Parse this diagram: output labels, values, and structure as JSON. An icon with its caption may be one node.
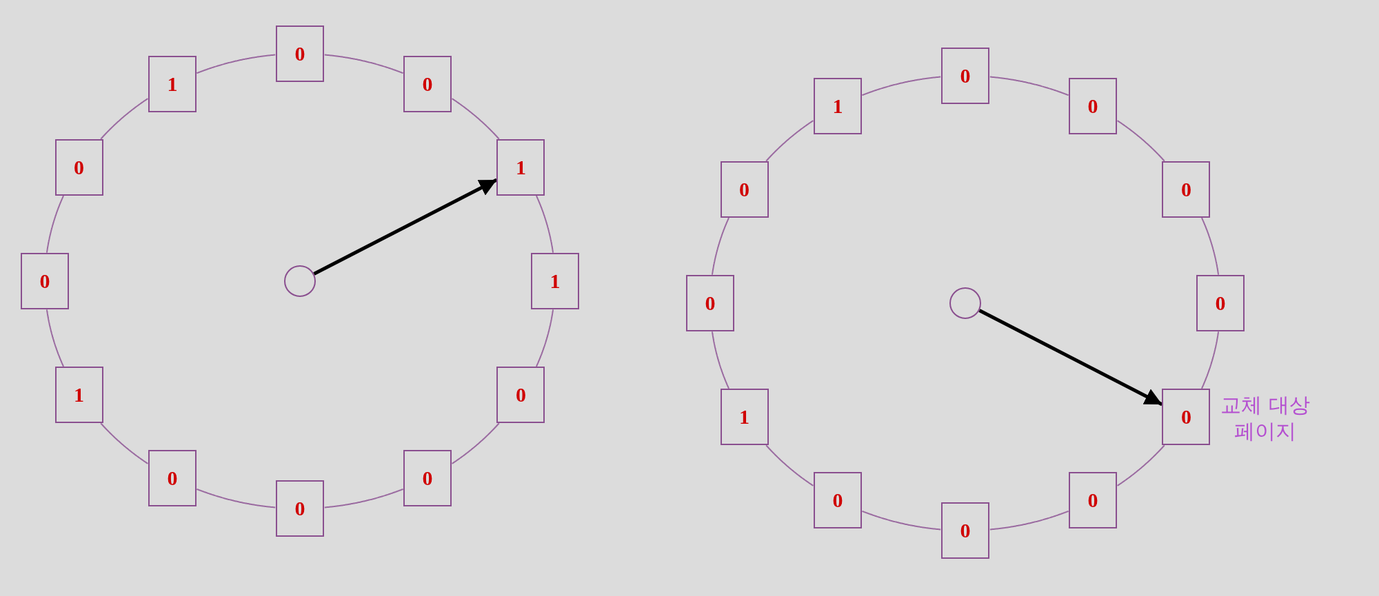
{
  "diagram": {
    "nodes": [
      {
        "text": [
          "0"
        ]
      },
      {
        "text": [
          "0"
        ]
      },
      {
        "text": [
          "1"
        ]
      },
      {
        "text": [
          "1"
        ]
      },
      {
        "text": [
          "0"
        ]
      },
      {
        "text": [
          "0"
        ]
      },
      {
        "text": [
          "0"
        ]
      },
      {
        "text": [
          "0"
        ]
      },
      {
        "text": [
          "1"
        ]
      },
      {
        "text": [
          "0"
        ]
      },
      {
        "text": [
          "0"
        ]
      },
      {
        "text": [
          "1"
        ]
      },
      {
        "text": [],
        "shape": "circle"
      },
      {
        "text": [
          "0"
        ]
      },
      {
        "text": [
          "0"
        ]
      },
      {
        "text": [
          "0"
        ]
      },
      {
        "text": [
          "0"
        ]
      },
      {
        "text": [
          "0"
        ],
        "beside": [
          "교체 대상 페이지"
        ]
      },
      {
        "text": [
          "0"
        ]
      },
      {
        "text": [
          "0"
        ]
      },
      {
        "text": [
          "0"
        ]
      },
      {
        "text": [
          "1"
        ]
      },
      {
        "text": [
          "0"
        ]
      },
      {
        "text": [
          "0"
        ]
      },
      {
        "text": [
          "1"
        ]
      },
      {
        "text": [],
        "shape": "circle"
      }
    ],
    "edges": [
      {
        "from": 0,
        "to": 1,
        "arrow": "none"
      },
      {
        "from": 1,
        "to": 2,
        "arrow": "none"
      },
      {
        "from": 2,
        "to": 3,
        "arrow": "none"
      },
      {
        "from": 3,
        "to": 4,
        "arrow": "none"
      },
      {
        "from": 4,
        "to": 5,
        "arrow": "none"
      },
      {
        "from": 5,
        "to": 6,
        "arrow": "none"
      },
      {
        "from": 6,
        "to": 7,
        "arrow": "none"
      },
      {
        "from": 7,
        "to": 8,
        "arrow": "none"
      },
      {
        "from": 8,
        "to": 9,
        "arrow": "none"
      },
      {
        "from": 9,
        "to": 10,
        "arrow": "none"
      },
      {
        "from": 10,
        "to": 11,
        "arrow": "none"
      },
      {
        "from": 11,
        "to": 0,
        "arrow": "none"
      },
      {
        "from": 12,
        "to": 2,
        "arrow": "to",
        "style": "thick",
        "color": "#000000"
      },
      {
        "from": 13,
        "to": 14,
        "arrow": "none"
      },
      {
        "from": 14,
        "to": 15,
        "arrow": "none"
      },
      {
        "from": 15,
        "to": 16,
        "arrow": "none"
      },
      {
        "from": 16,
        "to": 17,
        "arrow": "none"
      },
      {
        "from": 17,
        "to": 18,
        "arrow": "none"
      },
      {
        "from": 18,
        "to": 19,
        "arrow": "none"
      },
      {
        "from": 19,
        "to": 20,
        "arrow": "none"
      },
      {
        "from": 20,
        "to": 21,
        "arrow": "none"
      },
      {
        "from": 21,
        "to": 22,
        "arrow": "none"
      },
      {
        "from": 22,
        "to": 23,
        "arrow": "none"
      },
      {
        "from": 23,
        "to": 24,
        "arrow": "none"
      },
      {
        "from": 24,
        "to": 13,
        "arrow": "none"
      },
      {
        "from": 25,
        "to": 17,
        "arrow": "to",
        "style": "thick",
        "color": "#000000"
      }
    ]
  }
}
